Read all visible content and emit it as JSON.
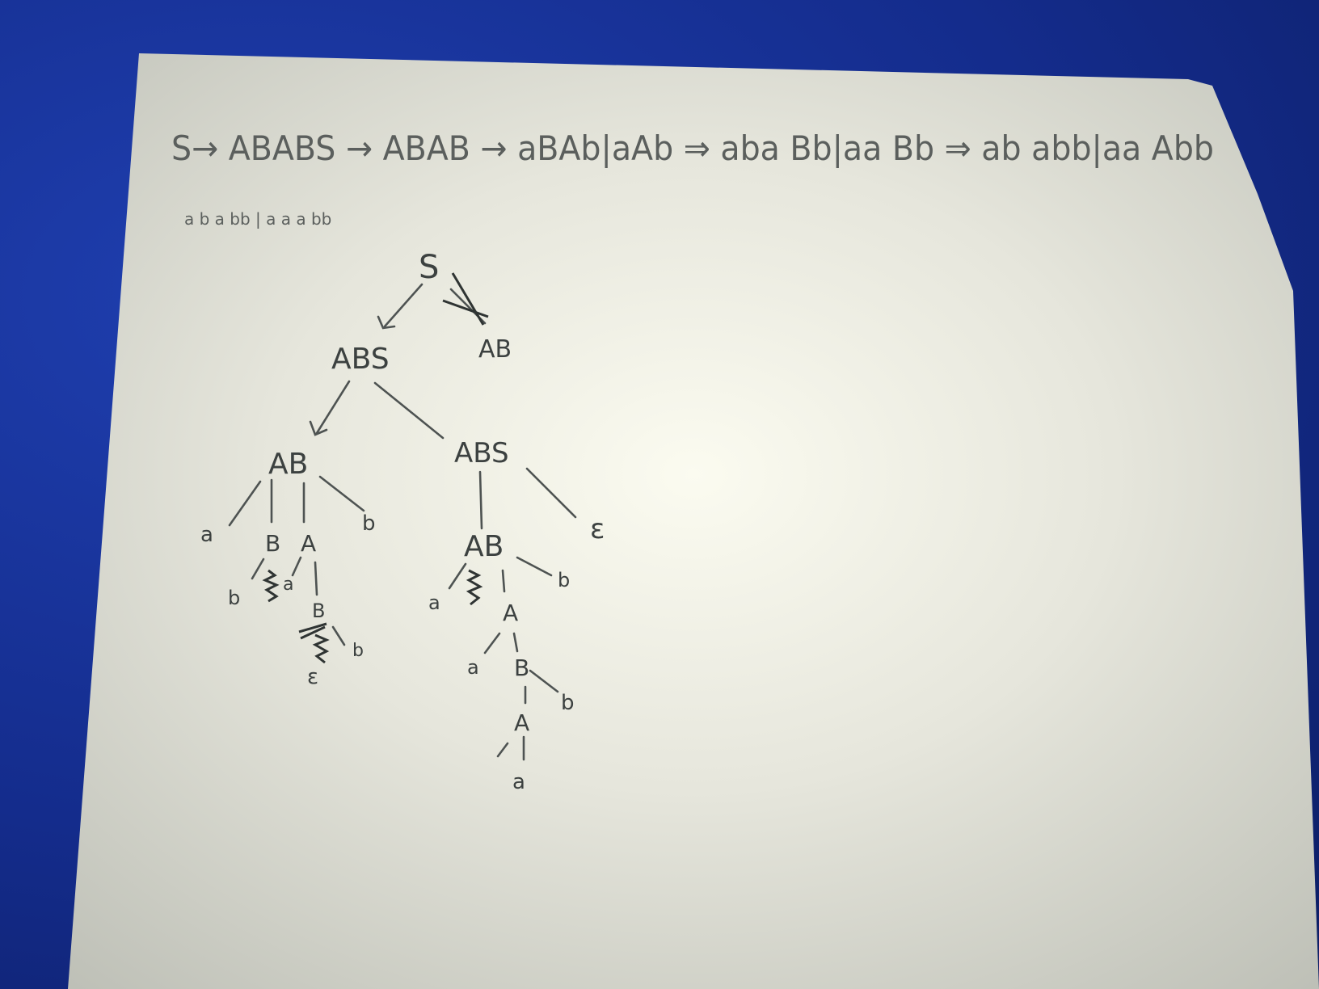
{
  "photo": {
    "subject": "handwritten derivation and parse tree on paper",
    "background_color": "#1a36a0",
    "paper_color": "#dcdcd2"
  },
  "derivation": {
    "line1": "S→ ABABS → ABAB → aBAb|aAb ⇒ aba Bb|aa Bb ⇒ ab abb|aa Abb",
    "line2": "a b a bb | a a a bb"
  },
  "tree": {
    "root": "S",
    "crossed_out_branch": "AB",
    "nodes": {
      "abs1": "ABS",
      "ab_left": "AB",
      "abs2": "ABS",
      "eps_right": "ε",
      "l_a": "a",
      "l_B": "B",
      "l_A": "A",
      "l_b": "b",
      "l_b2": "b",
      "l_a2": "a",
      "l_B2": "B",
      "l_b3": "b",
      "l_eps": "ε",
      "ab_mid": "AB",
      "m_a": "a",
      "m_A": "A",
      "m_b": "b",
      "m_a2": "a",
      "m_B": "B",
      "m_b2": "b",
      "m_A2": "A",
      "m_a3": "a"
    }
  }
}
